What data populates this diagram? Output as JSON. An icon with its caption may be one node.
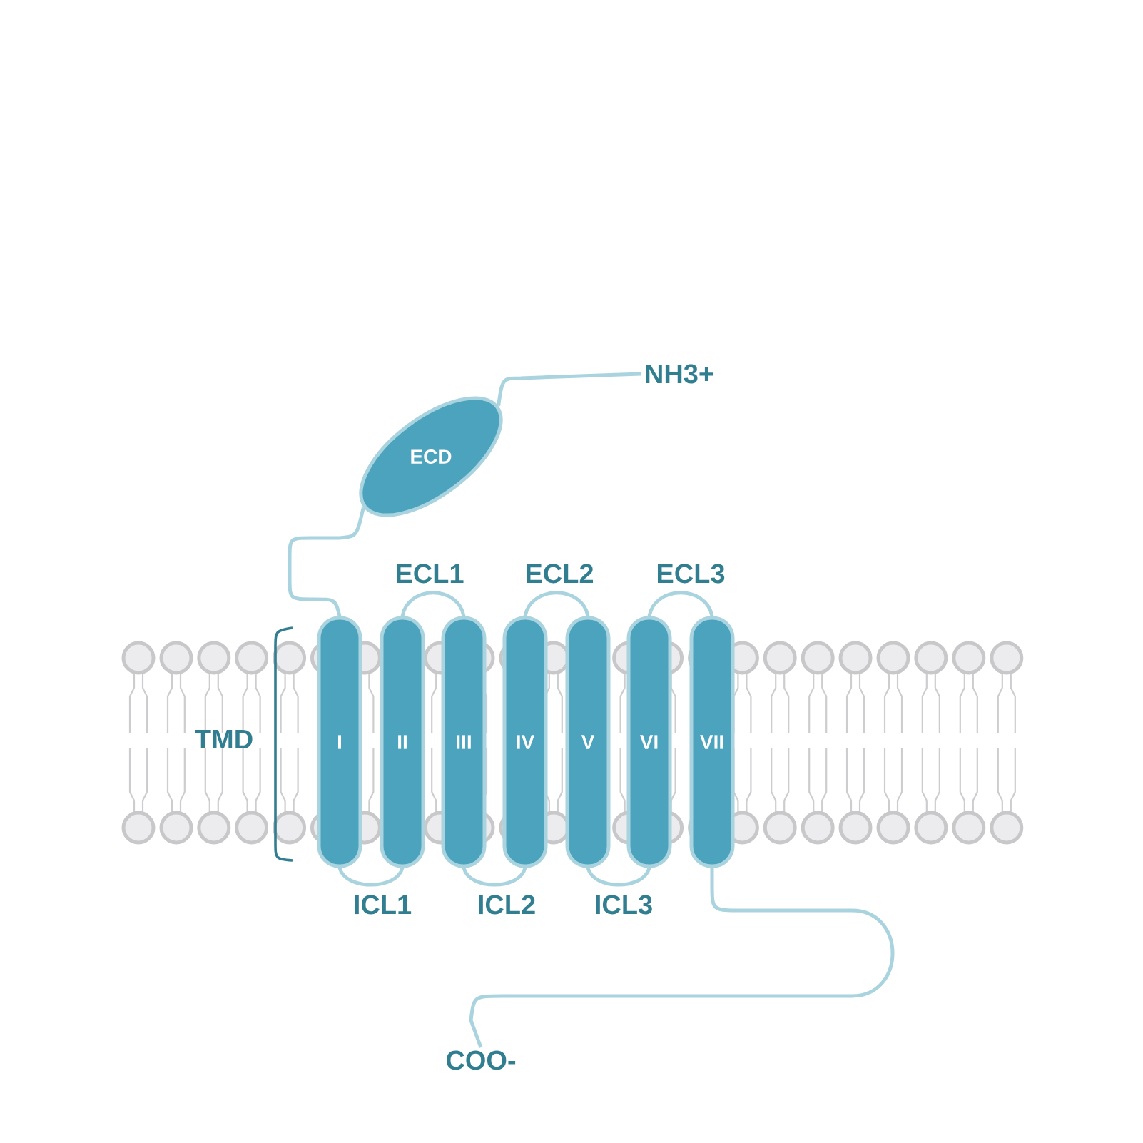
{
  "diagram": {
    "nodes": [
      {
        "text": [
          "NH3+"
        ]
      },
      {
        "text": [
          "ECD"
        ]
      },
      {
        "text": [
          "I"
        ]
      },
      {
        "text": [
          "II"
        ]
      },
      {
        "text": [
          "III"
        ]
      },
      {
        "text": [
          "IV"
        ]
      },
      {
        "text": [
          "V"
        ]
      },
      {
        "text": [
          "VI"
        ]
      },
      {
        "text": [
          "VII"
        ]
      },
      {
        "text": [
          "COO-"
        ]
      }
    ],
    "edges": [
      {
        "from": 0,
        "to": 1,
        "arrow": "none"
      },
      {
        "from": 1,
        "to": 2,
        "arrow": "none"
      },
      {
        "from": 2,
        "to": 3,
        "arrow": "none",
        "label": "ICL1"
      },
      {
        "from": 3,
        "to": 4,
        "arrow": "none",
        "label": "ECL1"
      },
      {
        "from": 4,
        "to": 5,
        "arrow": "none",
        "label": "ICL2"
      },
      {
        "from": 5,
        "to": 6,
        "arrow": "none",
        "label": "ECL2"
      },
      {
        "from": 6,
        "to": 7,
        "arrow": "none",
        "label": "ICL3"
      },
      {
        "from": 7,
        "to": 8,
        "arrow": "none",
        "label": "ECL3"
      },
      {
        "from": 8,
        "to": 9,
        "arrow": "none"
      }
    ],
    "labels": [
      "TMD"
    ]
  }
}
